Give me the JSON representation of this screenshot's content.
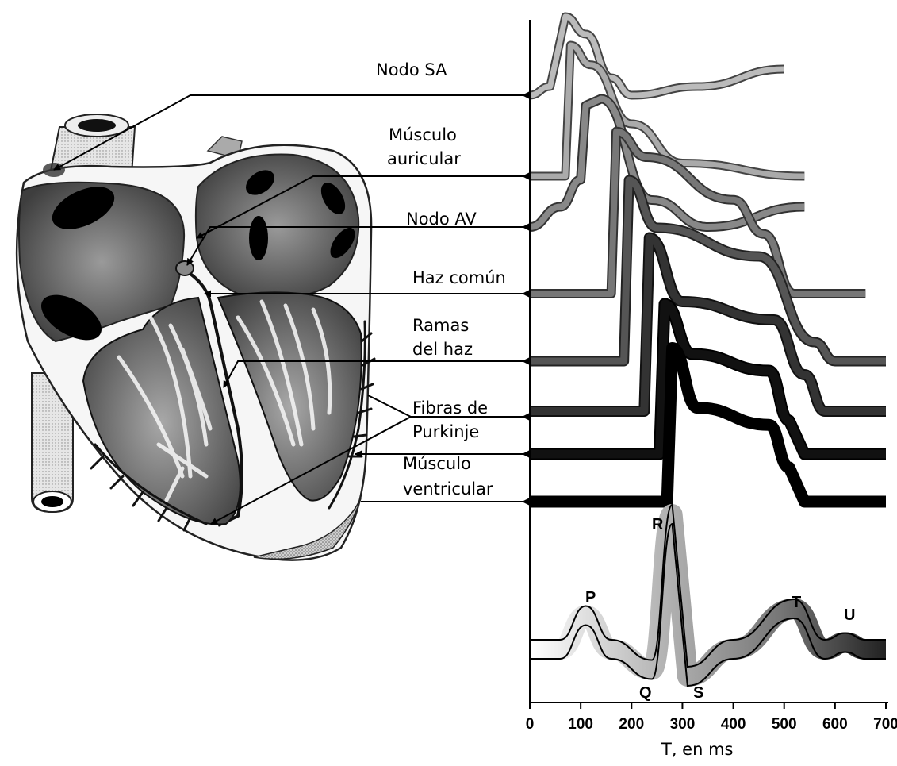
{
  "labels": {
    "sa": "Nodo SA",
    "atrial_1": "Músculo",
    "atrial_2": "auricular",
    "av": "Nodo AV",
    "bundle": "Haz común",
    "branches_1": "Ramas",
    "branches_2": "del haz",
    "purkinje_1": "Fibras de",
    "purkinje_2": "Purkinje",
    "ventricular_1": "Músculo",
    "ventricular_2": "ventricular"
  },
  "ecg_waves": {
    "p": "P",
    "q": "Q",
    "r": "R",
    "s": "S",
    "t": "T",
    "u": "U"
  },
  "axis": {
    "ticks": [
      "0",
      "100",
      "200",
      "300",
      "400",
      "500",
      "600",
      "700"
    ],
    "xlabel": "T, en ms"
  },
  "chart_data": {
    "type": "line",
    "x_unit": "ms",
    "xlim": [
      0,
      700
    ],
    "series": [
      {
        "name": "Nodo SA",
        "x": [
          0,
          40,
          70,
          110,
          160,
          200,
          330,
          500
        ],
        "y_rel": [
          0,
          0.1,
          0.9,
          0.7,
          0.2,
          0.0,
          0.1,
          0.3
        ]
      },
      {
        "name": "Músculo auricular",
        "x": [
          0,
          70,
          80,
          120,
          200,
          300,
          540
        ],
        "y_rel": [
          0,
          0,
          1.0,
          0.85,
          0.4,
          0.1,
          0
        ]
      },
      {
        "name": "Nodo AV",
        "x": [
          0,
          60,
          100,
          110,
          140,
          240,
          350,
          540
        ],
        "y_rel": [
          0,
          0.15,
          0.35,
          0.9,
          0.95,
          0.2,
          0.0,
          0.15
        ]
      },
      {
        "name": "Haz común",
        "x": [
          0,
          160,
          170,
          230,
          400,
          460,
          520,
          660
        ],
        "y_rel": [
          0,
          0,
          0.95,
          0.8,
          0.55,
          0.35,
          0,
          0
        ]
      },
      {
        "name": "Ramas del haz",
        "x": [
          0,
          185,
          195,
          250,
          450,
          560,
          600,
          700
        ],
        "y_rel": [
          0,
          0,
          0.95,
          0.7,
          0.55,
          0.1,
          0,
          0
        ]
      },
      {
        "name": "Fibras de Purkinje",
        "x": [
          0,
          225,
          235,
          300,
          480,
          540,
          580,
          700
        ],
        "y_rel": [
          0,
          0,
          0.95,
          0.6,
          0.5,
          0.2,
          0,
          0
        ]
      },
      {
        "name": "Músculo ventricular (1)",
        "x": [
          0,
          255,
          265,
          320,
          470,
          510,
          540,
          700
        ],
        "y_rel": [
          0,
          0,
          0.9,
          0.6,
          0.5,
          0.2,
          0,
          0
        ]
      },
      {
        "name": "Músculo ventricular (2)",
        "x": [
          0,
          270,
          280,
          330,
          470,
          510,
          540,
          700
        ],
        "y_rel": [
          0,
          0,
          0.9,
          0.55,
          0.45,
          0.2,
          0,
          0
        ]
      }
    ],
    "ecg": {
      "x": [
        0,
        60,
        110,
        160,
        240,
        280,
        310,
        400,
        520,
        580,
        620,
        660,
        700
      ],
      "y_rel": [
        0,
        0,
        0.25,
        0,
        -0.15,
        1.0,
        -0.2,
        0,
        0.3,
        0,
        0.05,
        0,
        0
      ]
    }
  }
}
